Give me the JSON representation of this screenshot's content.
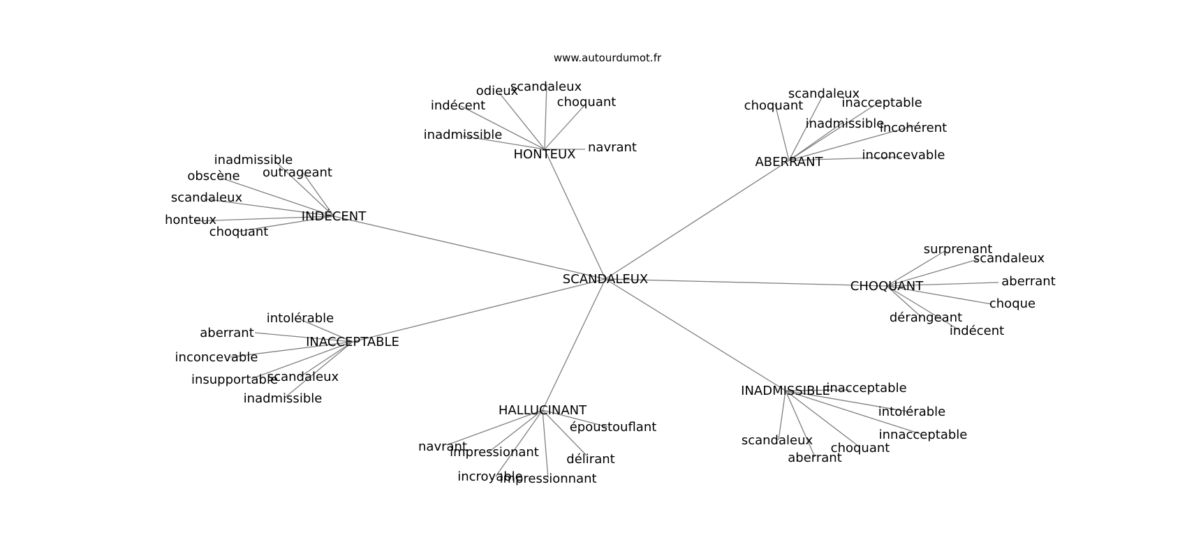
{
  "source": "www.autourdumot.fr",
  "center": "SCANDALEUX",
  "hubs": [
    {
      "key": "honteux",
      "label": "HONTEUX",
      "leaves": [
        "odieux",
        "scandaleux",
        "indécent",
        "choquant",
        "inadmissible",
        "navrant"
      ]
    },
    {
      "key": "aberrant",
      "label": "ABERRANT",
      "leaves": [
        "scandaleux",
        "choquant",
        "inacceptable",
        "inadmissible",
        "incohérent",
        "inconcevable"
      ]
    },
    {
      "key": "indecent",
      "label": "INDÉCENT",
      "leaves": [
        "inadmissible",
        "outrageant",
        "obscène",
        "scandaleux",
        "honteux",
        "choquant"
      ]
    },
    {
      "key": "choquant",
      "label": "CHOQUANT",
      "leaves": [
        "surprenant",
        "scandaleux",
        "aberrant",
        "choque",
        "dérangeant",
        "indécent"
      ]
    },
    {
      "key": "inacceptable",
      "label": "INACCEPTABLE",
      "leaves": [
        "intolérable",
        "aberrant",
        "inconcevable",
        "insupportable",
        "scandaleux",
        "inadmissible"
      ]
    },
    {
      "key": "hallucinant",
      "label": "HALLUCINANT",
      "leaves": [
        "époustouflant",
        "navrant",
        "impressionant",
        "délirant",
        "incroyable",
        "impressionnant"
      ]
    },
    {
      "key": "inadmissible",
      "label": "INADMISSIBLE",
      "leaves": [
        "inacceptable",
        "intolérable",
        "innacceptable",
        "scandaleux",
        "choquant",
        "aberrant"
      ]
    }
  ]
}
